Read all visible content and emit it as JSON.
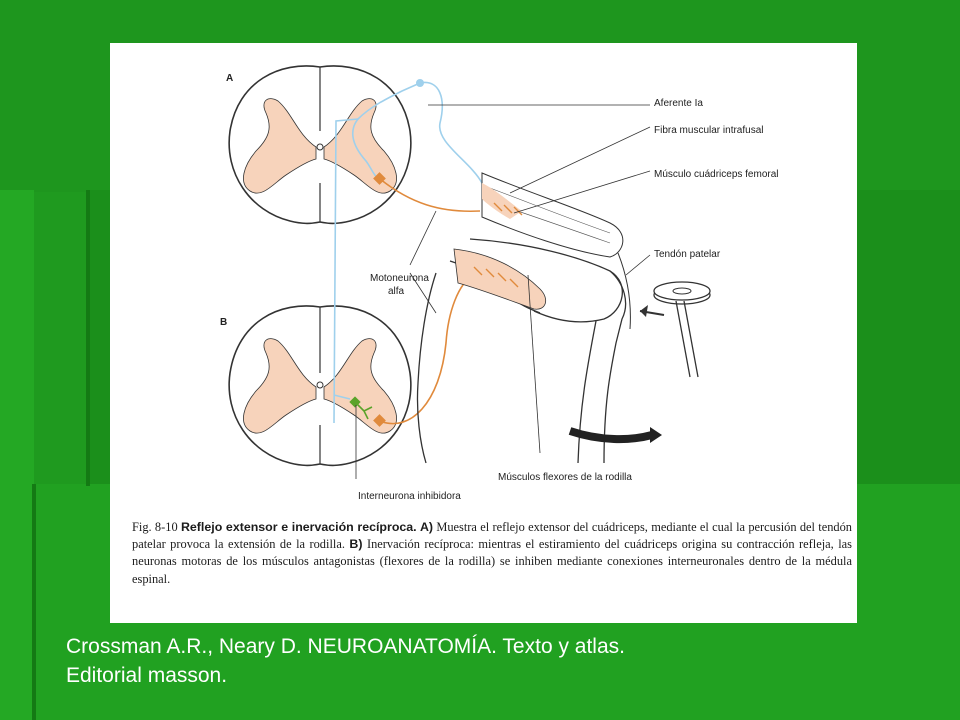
{
  "diagram": {
    "panel_a_letter": "A",
    "panel_b_letter": "B",
    "labels": {
      "afferent": "Aferente Ia",
      "intrafusal": "Fibra muscular intrafusal",
      "quadriceps": "Músculo cuádriceps femoral",
      "patellar_tendon": "Tendón patelar",
      "motoneuron_line1": "Motoneurona",
      "motoneuron_line2": "alfa",
      "flexors": "Músculos flexores de la rodilla",
      "interneuron": "Interneurona inhibidora"
    },
    "colors": {
      "gray_matter": "#f7d3bb",
      "afferent_fiber": "#9fd0ec",
      "motor_fiber": "#e08a3c",
      "interneuron": "#5aa32a",
      "line": "#333333"
    }
  },
  "caption": {
    "fig_label": "Fig. 8-10",
    "title": "Reflejo extensor e inervación recíproca.",
    "part_a_marker": "A)",
    "part_a_text": "Muestra el reflejo extensor del cuádriceps, mediante el cual la percusión del tendón patelar provoca la extensión de la rodilla.",
    "part_b_marker": "B)",
    "part_b_text": "Inervación recíproca: mientras el estiramiento del cuádriceps origina su contracción refleja, las neuronas motoras de los músculos antagonistas (flexores de la rodilla) se inhiben mediante conexiones interneuronales dentro de la médula espinal."
  },
  "citation": {
    "line1": "Crossman A.R., Neary D. NEUROANATOMÍA. Texto y atlas.",
    "line2": "Editorial masson."
  }
}
